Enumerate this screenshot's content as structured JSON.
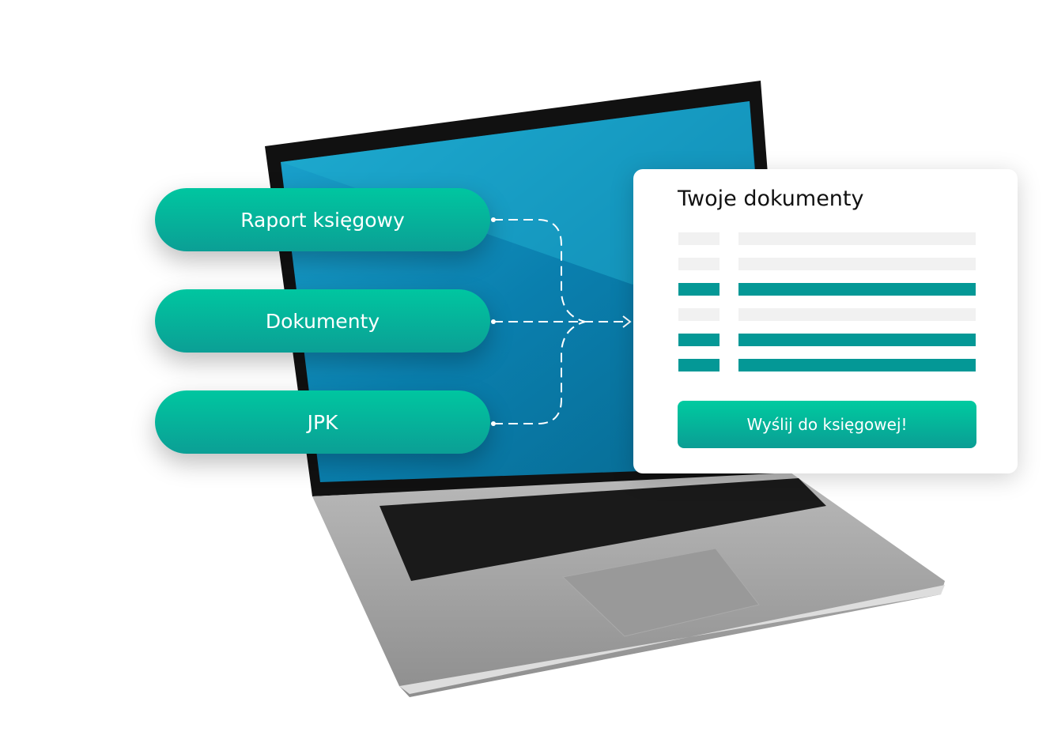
{
  "pills": [
    {
      "label": "Raport księgowy"
    },
    {
      "label": "Dokumenty"
    },
    {
      "label": "JPK"
    }
  ],
  "card": {
    "title": "Twoje dokumenty",
    "rows": [
      {
        "highlighted": false
      },
      {
        "highlighted": false
      },
      {
        "highlighted": true
      },
      {
        "highlighted": false
      },
      {
        "highlighted": true
      },
      {
        "highlighted": true
      }
    ],
    "send_label": "Wyślij do księgowej!"
  },
  "colors": {
    "accent": "#00c6a0",
    "accent_dark": "#049896",
    "screen": "#0a8fb5"
  }
}
